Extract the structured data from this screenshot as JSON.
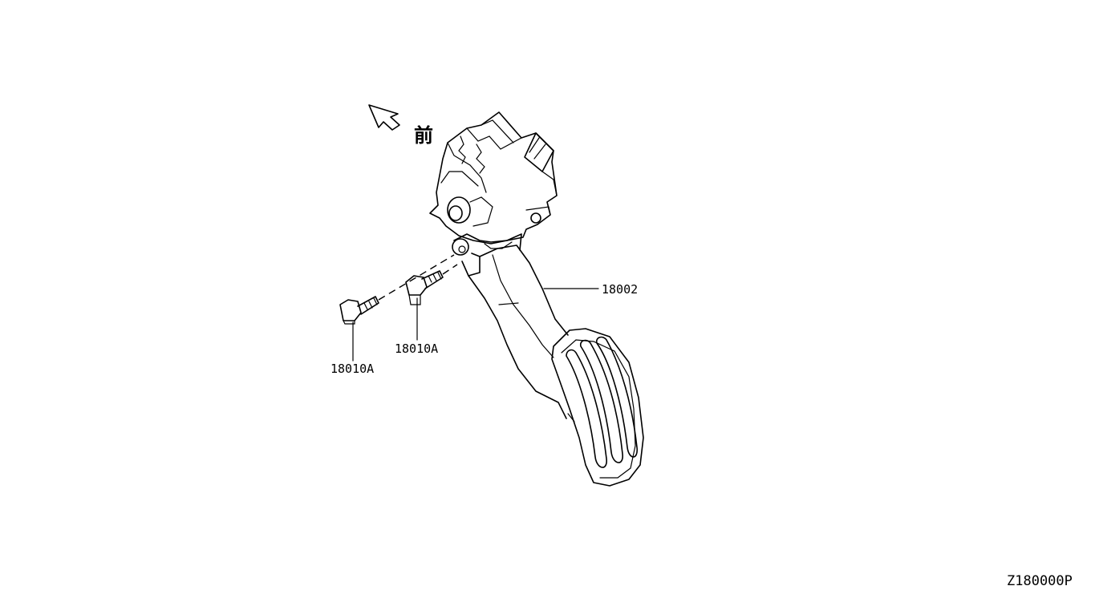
{
  "direction_marker": {
    "text": "前",
    "icon": "front-direction-arrow-icon"
  },
  "parts": [
    {
      "id": "pedal",
      "label": "18002"
    },
    {
      "id": "bolt-upper",
      "label": "18010A"
    },
    {
      "id": "bolt-lower",
      "label": "18010A"
    }
  ],
  "diagram_code": "Z180000P",
  "colors": {
    "line": "#000000",
    "background": "#ffffff"
  }
}
